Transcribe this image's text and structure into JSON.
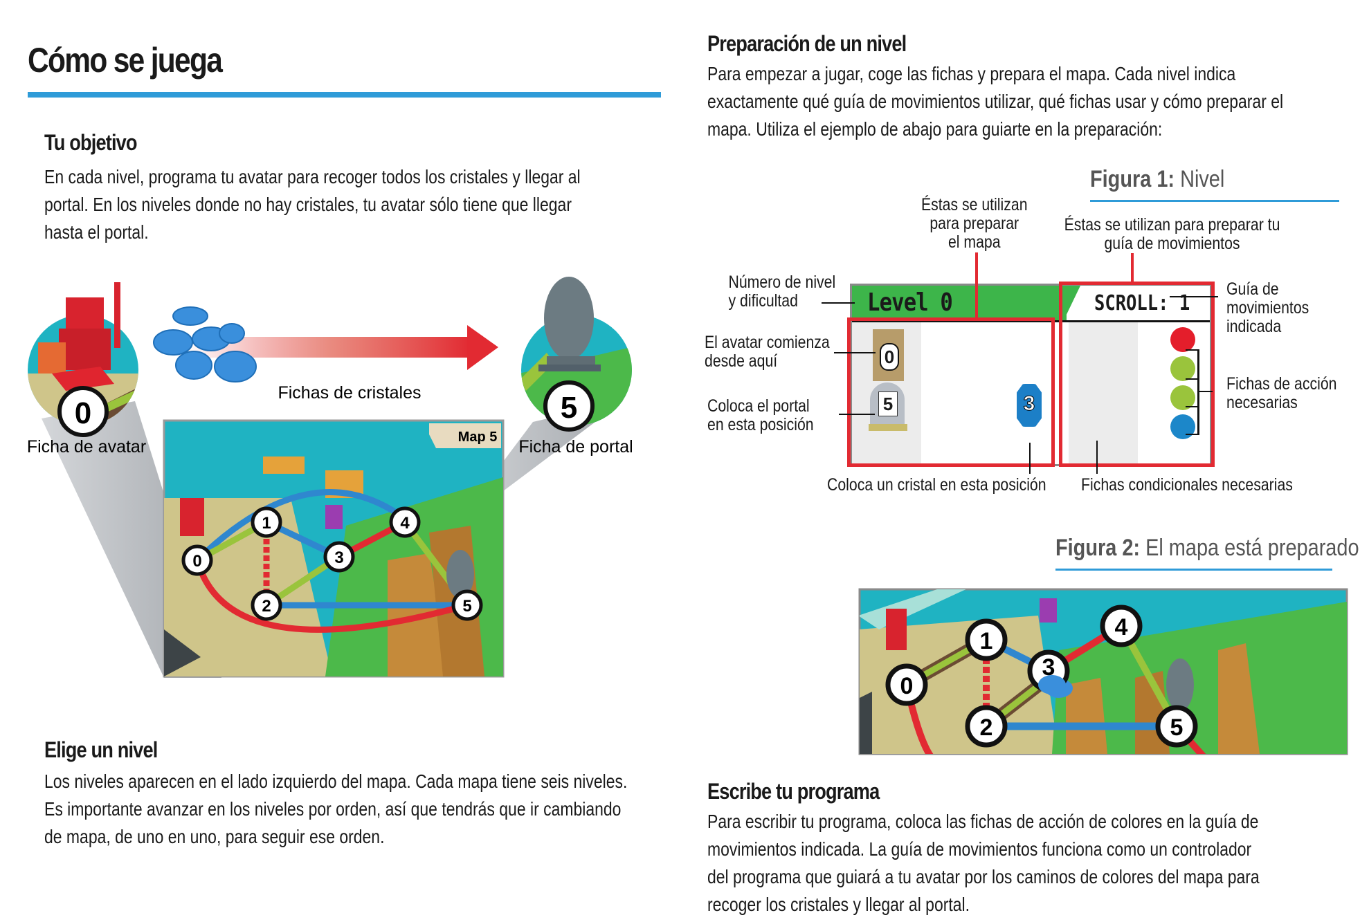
{
  "page": {
    "title": "Cómo se juega",
    "accent_color": "#2f9bd8"
  },
  "objetivo": {
    "heading": "Tu objetivo",
    "lines": [
      "En cada nivel, programa tu avatar para recoger todos los cristales y llegar al",
      "portal. En los niveles donde no hay cristales, tu avatar sólo tiene que llegar",
      "hasta el portal."
    ]
  },
  "illustration": {
    "avatar_label": "Ficha de avatar",
    "avatar_number": "0",
    "crystals_label": "Fichas de cristales",
    "portal_label": "Ficha de portal",
    "portal_number": "5",
    "map_tag": "Map 5",
    "nodes": [
      "0",
      "1",
      "2",
      "3",
      "4",
      "5"
    ]
  },
  "elige": {
    "heading": "Elige un nivel",
    "lines": [
      "Los niveles aparecen en el lado izquierdo del mapa. Cada mapa tiene seis niveles.",
      "Es importante avanzar en los niveles por orden, así que tendrás que ir cambiando",
      "de mapa, de uno en uno, para seguir ese orden."
    ]
  },
  "preparacion": {
    "heading": "Preparación de un nivel",
    "lines": [
      "Para empezar a jugar, coge las fichas y prepara el mapa. Cada nivel indica",
      "exactamente qué guía de movimientos utilizar, qué fichas usar y cómo preparar el",
      "mapa. Utiliza el ejemplo de abajo para guiarte en la preparación:"
    ]
  },
  "figura1": {
    "title_bold": "Figura 1:",
    "title_rest": " Nivel",
    "card": {
      "level_label": "Level 0",
      "scroll_label": "SCROLL: 1",
      "avatar_number": "0",
      "portal_number": "5",
      "crystal_number": "3",
      "header_color": "#3db54a",
      "action_tokens": [
        "#e41e2b",
        "#9ac43c",
        "#9ac43c",
        "#1c87c9"
      ]
    },
    "callouts": {
      "map_setup": [
        "Éstas se utilizan",
        "para preparar",
        "el mapa"
      ],
      "guide_setup": [
        "Éstas se utilizan para preparar tu",
        "guía de movimientos"
      ],
      "level_number": [
        "Número de nivel",
        "y dificultad"
      ],
      "avatar_start": [
        "El avatar comienza",
        "desde aquí"
      ],
      "portal_place": [
        "Coloca el portal",
        "en esta posición"
      ],
      "crystal_place": "Coloca un cristal en esta posición",
      "conditional": "Fichas condicionales necesarias",
      "guide_indicated": [
        "Guía de",
        "movimientos",
        "indicada"
      ],
      "action_tokens": [
        "Fichas de acción",
        "necesarias"
      ]
    }
  },
  "figura2": {
    "title_bold": "Figura 2:",
    "title_rest": " El mapa está preparado",
    "nodes": [
      "0",
      "1",
      "2",
      "3",
      "4",
      "5"
    ]
  },
  "escribe": {
    "heading": "Escribe tu programa",
    "lines": [
      "Para escribir tu programa, coloca las fichas de acción de colores en la guía de",
      "movimientos indicada. La guía de movimientos funciona como un controlador",
      "del programa que guiará a tu avatar por los caminos de colores del mapa para",
      "recoger los cristales y llegar al portal."
    ]
  }
}
